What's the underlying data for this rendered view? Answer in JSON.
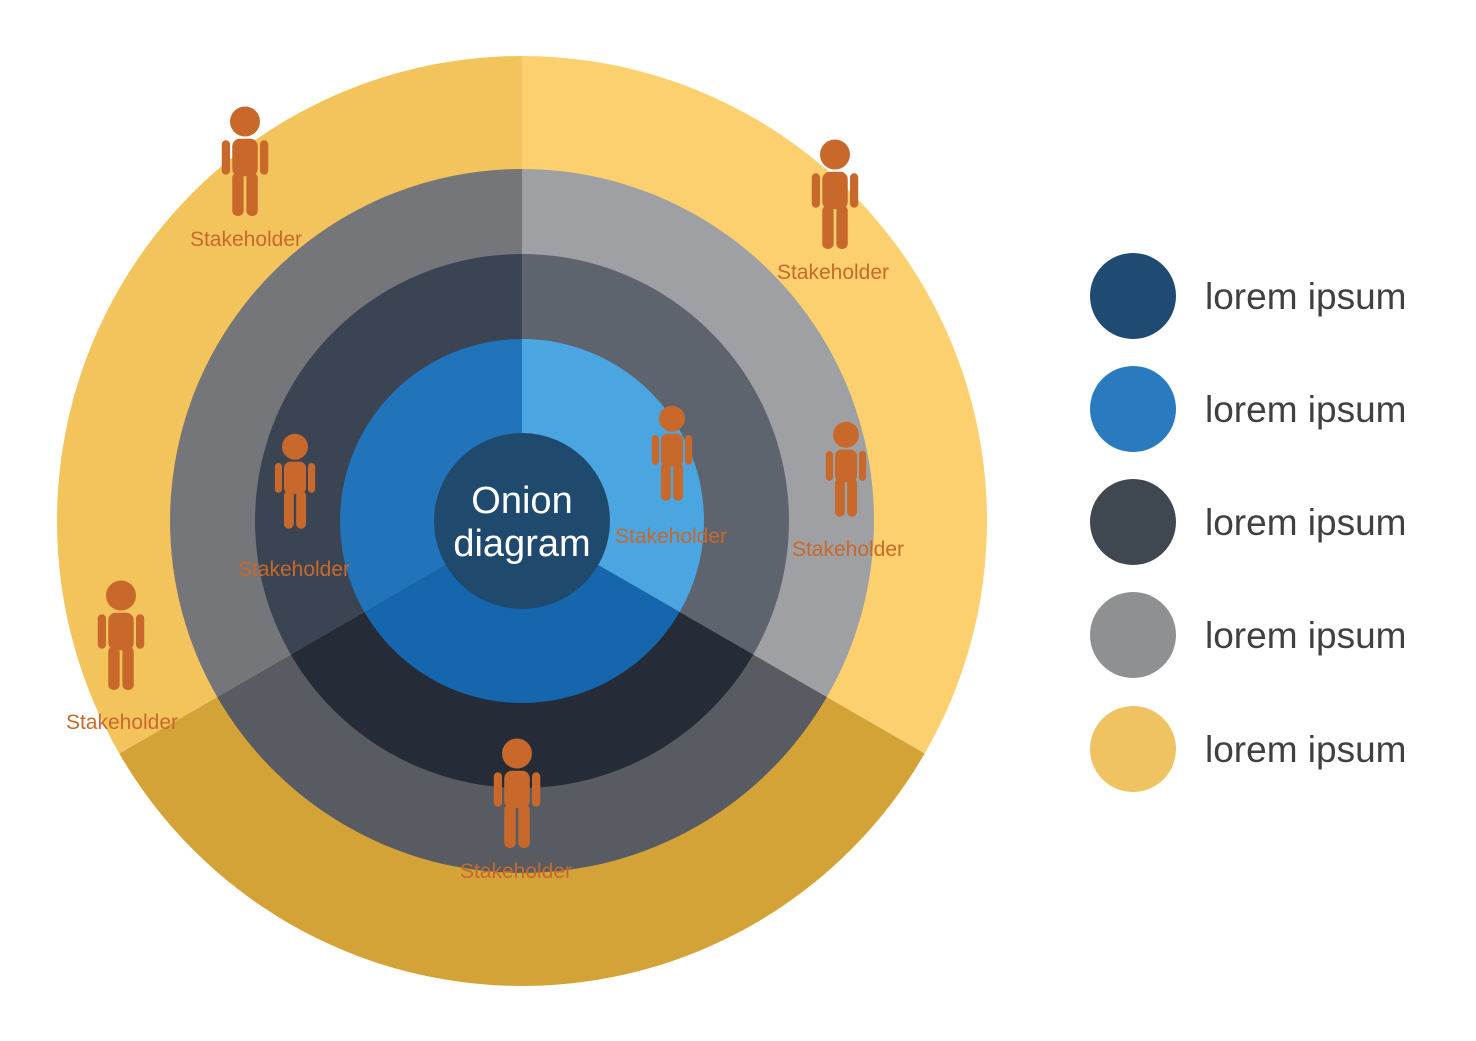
{
  "title": {
    "line1": "Onion",
    "line2": "diagram"
  },
  "stakeholders": [
    {
      "label": "Stakeholder",
      "position": "top-left"
    },
    {
      "label": "Stakeholder",
      "position": "top-right"
    },
    {
      "label": "Stakeholder",
      "position": "middle-left"
    },
    {
      "label": "Stakeholder",
      "position": "center-right"
    },
    {
      "label": "Stakeholder",
      "position": "right"
    },
    {
      "label": "Stakeholder",
      "position": "far-left"
    },
    {
      "label": "Stakeholder",
      "position": "bottom"
    }
  ],
  "legend": [
    {
      "label": "lorem ipsum",
      "color": "#1F4B72"
    },
    {
      "label": "lorem ipsum",
      "color": "#2A7AC0"
    },
    {
      "label": "lorem ipsum",
      "color": "#3F4750"
    },
    {
      "label": "lorem ipsum",
      "color": "#8F9092"
    },
    {
      "label": "lorem ipsum",
      "color": "#EFC361"
    }
  ],
  "colors": {
    "person": "#C8692B",
    "center": "#1F4A6E",
    "rings": {
      "blue": {
        "left": "#2173BA",
        "topRight": "#4BA5E0",
        "bottom": "#1566AD"
      },
      "slate": {
        "left": "#3A4452",
        "topRight": "#5D646E",
        "bottom": "#252C37"
      },
      "gray": {
        "left": "#747679",
        "topRight": "#9EA0A3",
        "bottom": "#585C62"
      },
      "yellow": {
        "left": "#F3C35C",
        "topRight": "#FCD06E",
        "bottom": "#D3A338"
      }
    }
  }
}
